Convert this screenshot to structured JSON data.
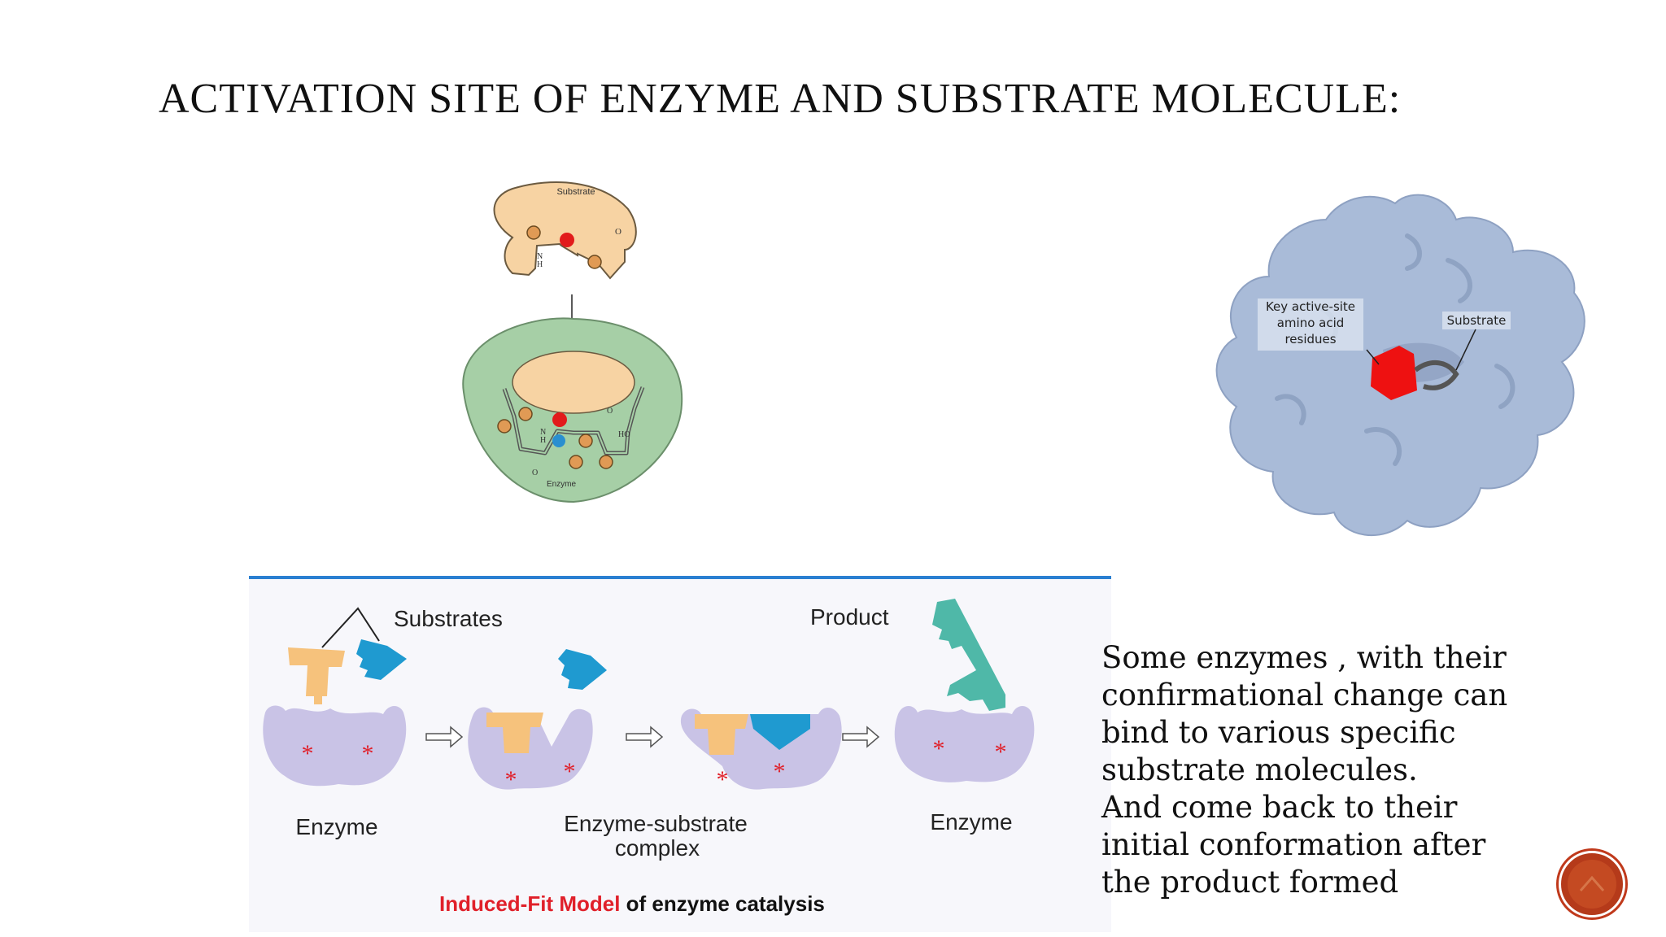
{
  "slide": {
    "title": "ACTIVATION SITE OF ENZYME AND SUBSTRATE MOLECULE:",
    "body_lines": [
      "Some enzymes , with their",
      "confirmational change can",
      "bind to various specific",
      "substrate molecules.",
      "And come back to their",
      "initial conformation after",
      "the product formed"
    ]
  },
  "lock_key_figure": {
    "substrate_label": "Substrate",
    "enzyme_label": "Enzyme",
    "nh_label": "N\nH",
    "o_label": "O",
    "ho_label": "HO",
    "h_label": "h"
  },
  "protein_figure": {
    "active_site_label": [
      "Key active-site",
      "amino acid",
      "residues"
    ],
    "substrate_label": "Substrate",
    "colors": {
      "surface": "#a9bbd8",
      "active_site": "#ee1111"
    }
  },
  "induced_fit_figure": {
    "substrates_label": "Substrates",
    "product_label": "Product",
    "enzyme_label_left": "Enzyme",
    "complex_label_line1": "Enzyme-substrate",
    "complex_label_line2": "complex",
    "enzyme_label_right": "Enzyme",
    "caption_highlight": "Induced-Fit Model",
    "caption_rest": " of enzyme catalysis",
    "colors": {
      "enzyme": "#c9c3e6",
      "substrate_orange": "#f6c27c",
      "substrate_blue": "#1f9ad0",
      "product": "#4fb8a8",
      "highlight": "#e0202a"
    }
  }
}
